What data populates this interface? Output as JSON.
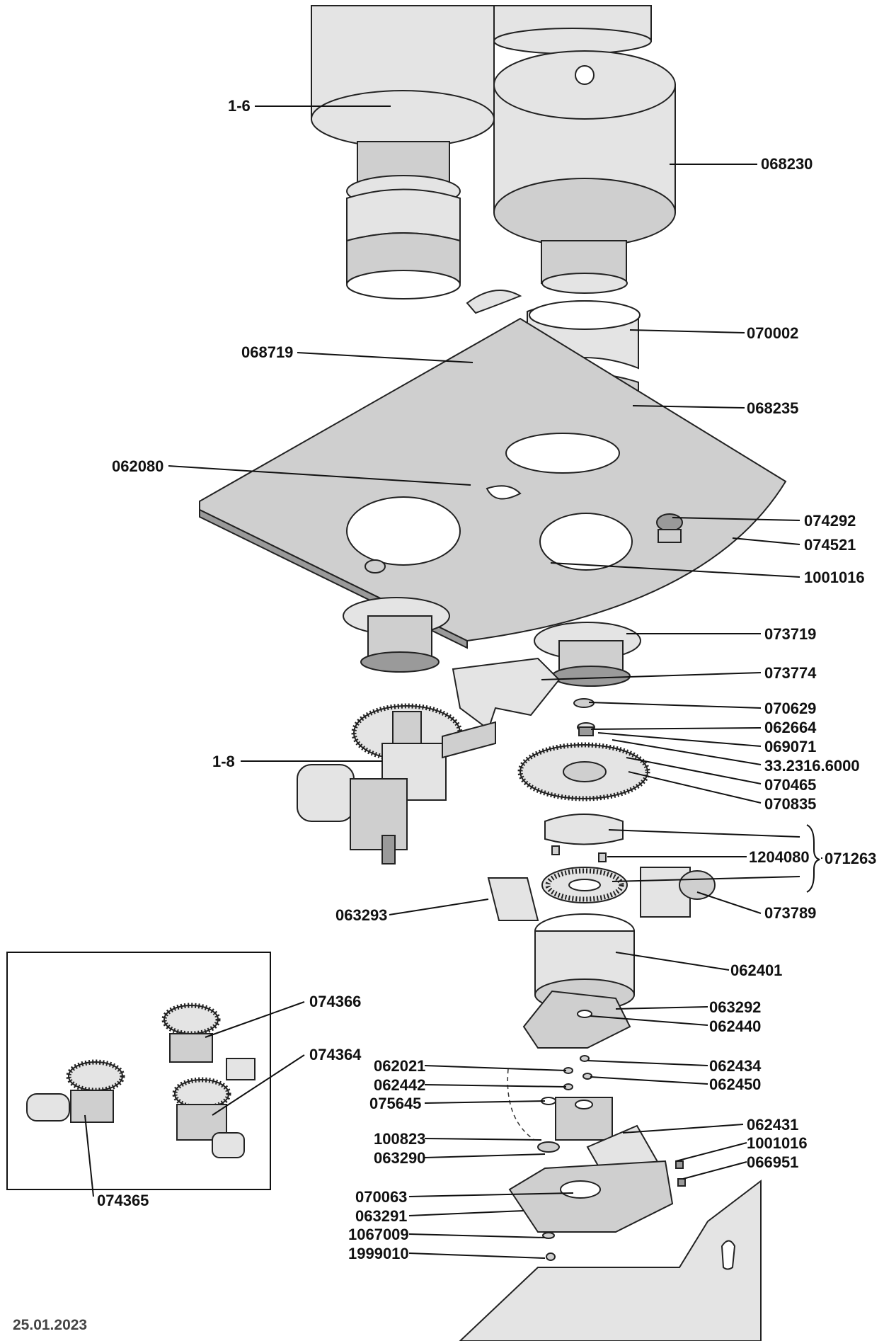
{
  "labels": {
    "l_1_6": "1-6",
    "l_068230": "068230",
    "l_070002": "070002",
    "l_068719": "068719",
    "l_068235": "068235",
    "l_062080": "062080",
    "l_074292": "074292",
    "l_074521": "074521",
    "l_1001016a": "1001016",
    "l_073719": "073719",
    "l_073774": "073774",
    "l_070629": "070629",
    "l_062664": "062664",
    "l_069071": "069071",
    "l_332316": "33.2316.6000",
    "l_070465": "070465",
    "l_070835": "070835",
    "l_1_8": "1-8",
    "l_1204080": "1204080",
    "l_071263": "071263",
    "l_063293": "063293",
    "l_073789": "073789",
    "l_062401": "062401",
    "l_063292": "063292",
    "l_062440": "062440",
    "l_074366": "074366",
    "l_074364": "074364",
    "l_062021": "062021",
    "l_062434": "062434",
    "l_062442": "062442",
    "l_062450": "062450",
    "l_075645": "075645",
    "l_062431": "062431",
    "l_100823": "100823",
    "l_1001016b": "1001016",
    "l_063290": "063290",
    "l_066951": "066951",
    "l_070063": "070063",
    "l_063291": "063291",
    "l_074365": "074365",
    "l_1067009": "1067009",
    "l_1999010": "1999010"
  },
  "date": "25.01.2023"
}
